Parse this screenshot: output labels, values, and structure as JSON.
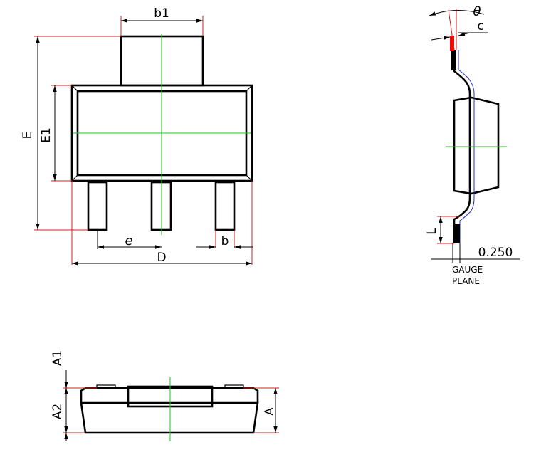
{
  "labels": {
    "b1": "b1",
    "E": "E",
    "E1": "E1",
    "e": "e",
    "D": "D",
    "b": "b",
    "theta": "θ",
    "c": "c",
    "L": "L",
    "gauge_value": "0.250",
    "gauge_line1": "GAUGE",
    "gauge_line2": "PLANE",
    "A1": "A1",
    "A2": "A2",
    "A": "A"
  },
  "colors": {
    "outline": "#000000",
    "extension": "#d42020",
    "centerline": "#22c022",
    "lead_edge": "#2030c0",
    "lead_tip": "#ff0000"
  }
}
